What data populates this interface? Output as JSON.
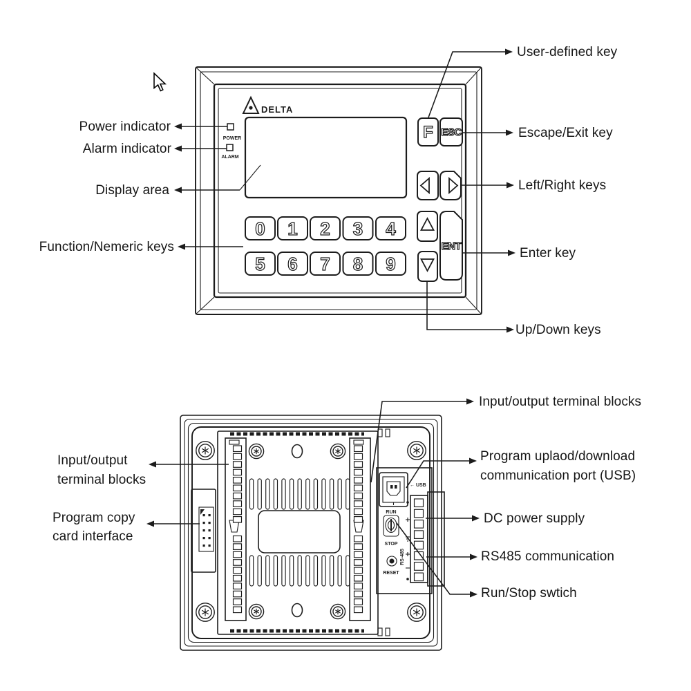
{
  "front_view": {
    "callouts": {
      "power": "Power indicator",
      "alarm": "Alarm indicator",
      "display": "Display area",
      "numeric": "Function/Nemeric keys",
      "user_defined": "User-defined key",
      "escape": "Escape/Exit key",
      "left_right": "Left/Right keys",
      "enter": "Enter key",
      "up_down": "Up/Down keys"
    },
    "device": {
      "brand": "DELTA",
      "power_led": "POWER",
      "alarm_led": "ALARM",
      "key_f": "F",
      "key_esc": "ESC",
      "key_ent": "ENT",
      "numeric_keys": [
        "0",
        "1",
        "2",
        "3",
        "4",
        "5",
        "6",
        "7",
        "8",
        "9"
      ]
    }
  },
  "rear_view": {
    "callouts": {
      "io_left": "Input/output\nterminal blocks",
      "copy_card": "Program copy\ncard interface",
      "io_right": "Input/output terminal blocks",
      "usb": "Program uplaod/download\ncommunication port (USB)",
      "dc_power": "DC power supply",
      "rs485": "RS485 communication",
      "run_stop": "Run/Stop swtich"
    },
    "device": {
      "usb_tag": "← USB",
      "run": "RUN",
      "stop": "STOP",
      "reset": "RESET",
      "rs485_port": "RS-485"
    }
  }
}
